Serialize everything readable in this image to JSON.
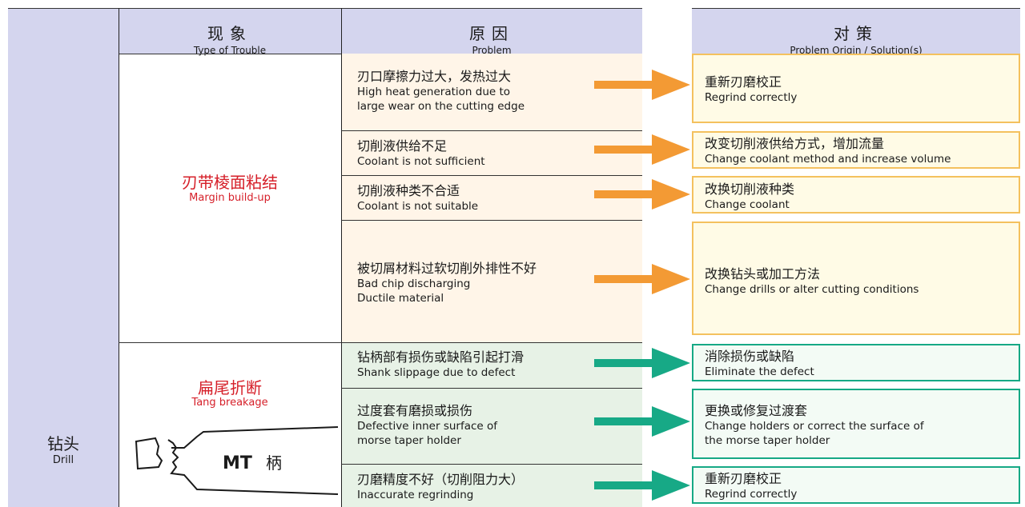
{
  "header": {
    "trouble": {
      "zh": "现象",
      "en": "Type of Trouble"
    },
    "problem": {
      "zh": "原因",
      "en": "Problem"
    },
    "solution": {
      "zh": "对策",
      "en": "Problem Origin / Solution(s)"
    }
  },
  "category": {
    "zh": "钻头",
    "en": "Drill"
  },
  "troubles": [
    {
      "zh": "刃带棱面粘结",
      "en": "Margin build-up"
    },
    {
      "zh": "扁尾折断",
      "en": "Tang breakage"
    }
  ],
  "illustration": {
    "label_latin": "MT",
    "label_zh": "柄"
  },
  "rows": [
    {
      "cause_zh": "刃口摩擦力过大，发热过大",
      "cause_en": [
        "High heat generation due to",
        "large wear on the cutting edge"
      ],
      "sol_zh": "重新刃磨校正",
      "sol_en": [
        "Regrind correctly"
      ]
    },
    {
      "cause_zh": "切削液供给不足",
      "cause_en": [
        "Coolant is not sufficient"
      ],
      "sol_zh": "改变切削液供给方式，增加流量",
      "sol_en": [
        "Change coolant method and increase volume"
      ]
    },
    {
      "cause_zh": "切削液种类不合适",
      "cause_en": [
        "Coolant is not suitable"
      ],
      "sol_zh": "改换切削液种类",
      "sol_en": [
        "Change coolant"
      ]
    },
    {
      "cause_zh": "被切屑材料过软切削外排性不好",
      "cause_en": [
        "Bad chip discharging",
        "Ductile material"
      ],
      "sol_zh": "改换钻头或加工方法",
      "sol_en": [
        "Change drills or alter cutting conditions"
      ]
    },
    {
      "cause_zh": "钻柄部有损伤或缺陷引起打滑",
      "cause_en": [
        "Shank slippage due to defect"
      ],
      "sol_zh": "消除损伤或缺陷",
      "sol_en": [
        "Eliminate the defect"
      ]
    },
    {
      "cause_zh": "过度套有磨损或损伤",
      "cause_en": [
        "Defective inner surface of",
        "morse taper holder"
      ],
      "sol_zh": "更换或修复过渡套",
      "sol_en": [
        "Change holders or correct the surface of",
        "the morse taper holder"
      ]
    },
    {
      "cause_zh": "刃磨精度不好（切削阻力大）",
      "cause_en": [
        "Inaccurate regrinding"
      ],
      "sol_zh": "重新刃磨校正",
      "sol_en": [
        "Regrind correctly"
      ]
    }
  ],
  "colors": {
    "header_bg": "#d4d5ee",
    "orange_row": "#fff5e8",
    "green_row": "#e7f2e6",
    "orange_arrow": "#f39a34",
    "green_arrow": "#17a986",
    "trouble_red": "#d6202a"
  }
}
